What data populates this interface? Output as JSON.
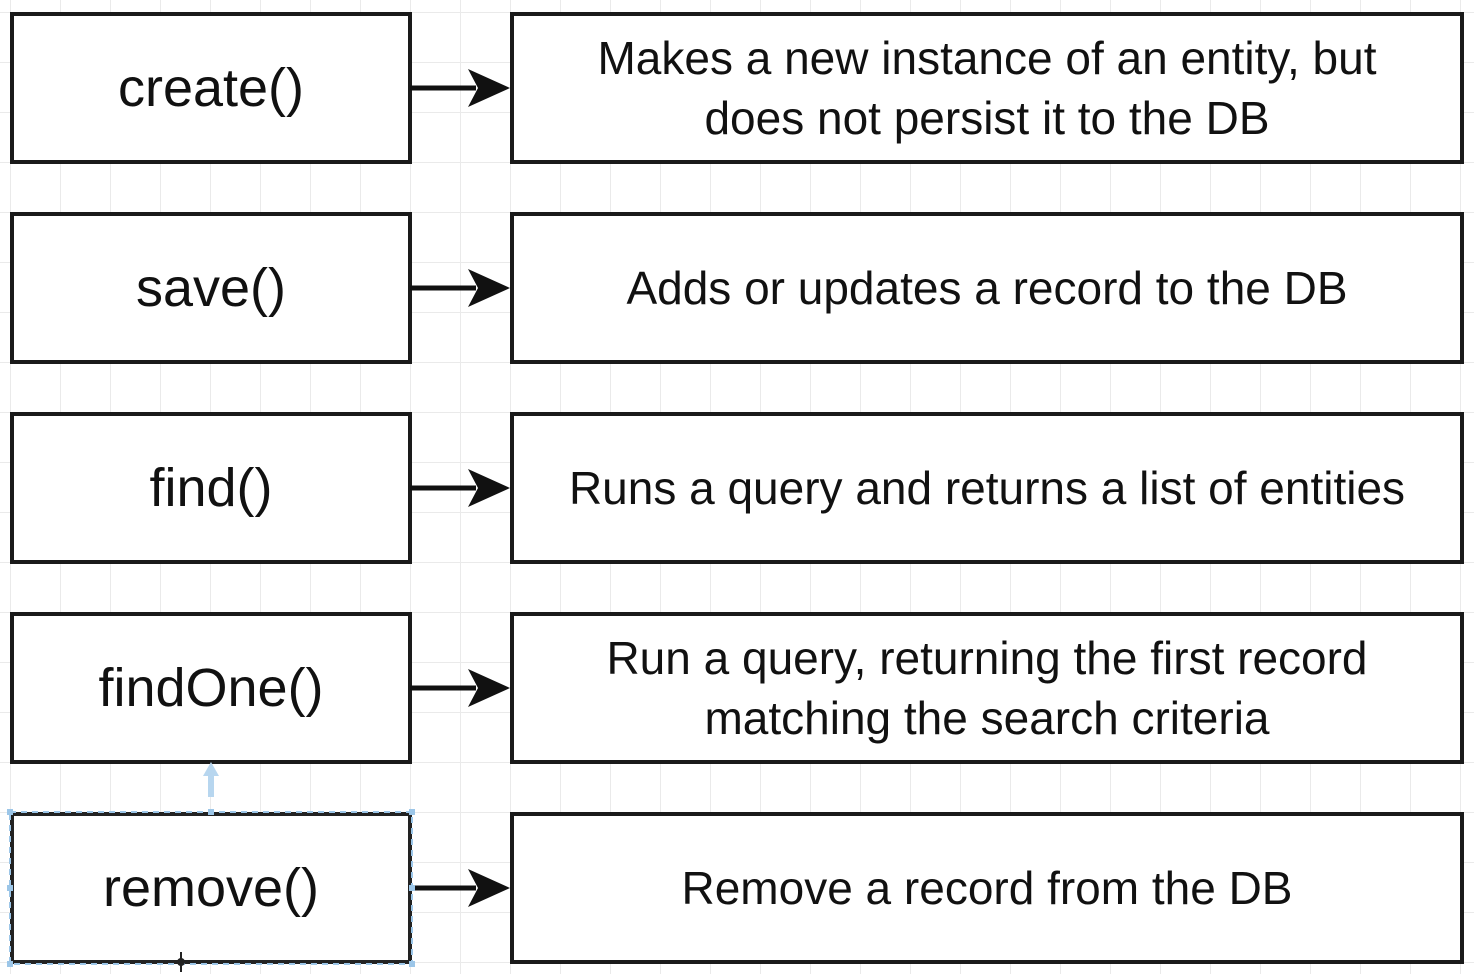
{
  "rows": [
    {
      "method": "create()",
      "desc": [
        "Makes a new instance of an entity, but",
        "does not persist it to the DB"
      ]
    },
    {
      "method": "save()",
      "desc": [
        "Adds or updates a record to the DB"
      ]
    },
    {
      "method": "find()",
      "desc": [
        "Runs a query and returns a list of entities"
      ]
    },
    {
      "method": "findOne()",
      "desc": [
        "Run a query, returning the first record",
        "matching the search criteria"
      ]
    },
    {
      "method": "remove()",
      "desc": [
        "Remove a record from the DB"
      ]
    }
  ],
  "colors": {
    "stroke": "#1a1a1a",
    "grid": "#eaeaea",
    "selection": "#9cc6e8"
  },
  "icons": [
    "arrow-right-icon",
    "move-cursor-icon",
    "connection-hint-icon"
  ]
}
